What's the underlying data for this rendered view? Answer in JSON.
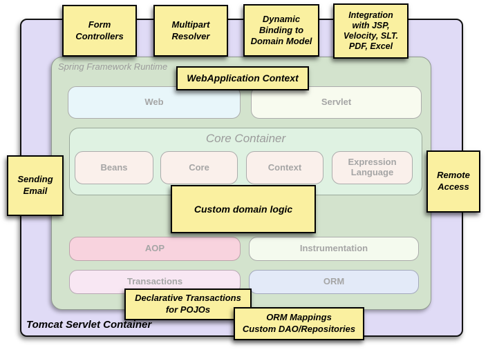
{
  "containers": {
    "tomcat_label": "Tomcat Servlet Container",
    "spring_runtime_label": "Spring Framework Runtime",
    "core_container_label": "Core Container"
  },
  "modules": {
    "web": "Web",
    "servlet": "Servlet",
    "beans": "Beans",
    "core": "Core",
    "context": "Context",
    "expression_language": "Expression Language",
    "aop": "AOP",
    "instrumentation": "Instrumentation",
    "transactions": "Transactions",
    "orm": "ORM"
  },
  "notes": {
    "form_controllers": "Form\nControllers",
    "multipart_resolver": "Multipart\nResolver",
    "dynamic_binding": "Dynamic\nBinding to\nDomain Model",
    "view_integration": "Integration\nwith JSP,\nVelocity, SLT.\nPDF, Excel",
    "webapplication_context": "WebApplication Context",
    "sending_email": "Sending\nEmail",
    "remote_access": "Remote\nAccess",
    "custom_domain_logic": "Custom domain logic",
    "declarative_transactions": "Declarative Transactions\nfor POJOs",
    "orm_mappings": "ORM Mappings\nCustom DAO/Repositories"
  },
  "colors": {
    "container_purple": "#e0dbf6",
    "runtime_green": "#d3e3cd",
    "core_mint": "#dff2e2",
    "note_yellow": "#faf0a0",
    "web_cyan": "#e8f6fa",
    "servlet_pale": "#f8fbef",
    "module_pale_pink": "#faf0eb",
    "aop_pink": "#f8d3de",
    "instrumentation_pale": "#f4faee",
    "transactions_pink": "#f8e7f3",
    "orm_blue": "#e3eaf8",
    "label_gray": "#a5a5a5"
  }
}
